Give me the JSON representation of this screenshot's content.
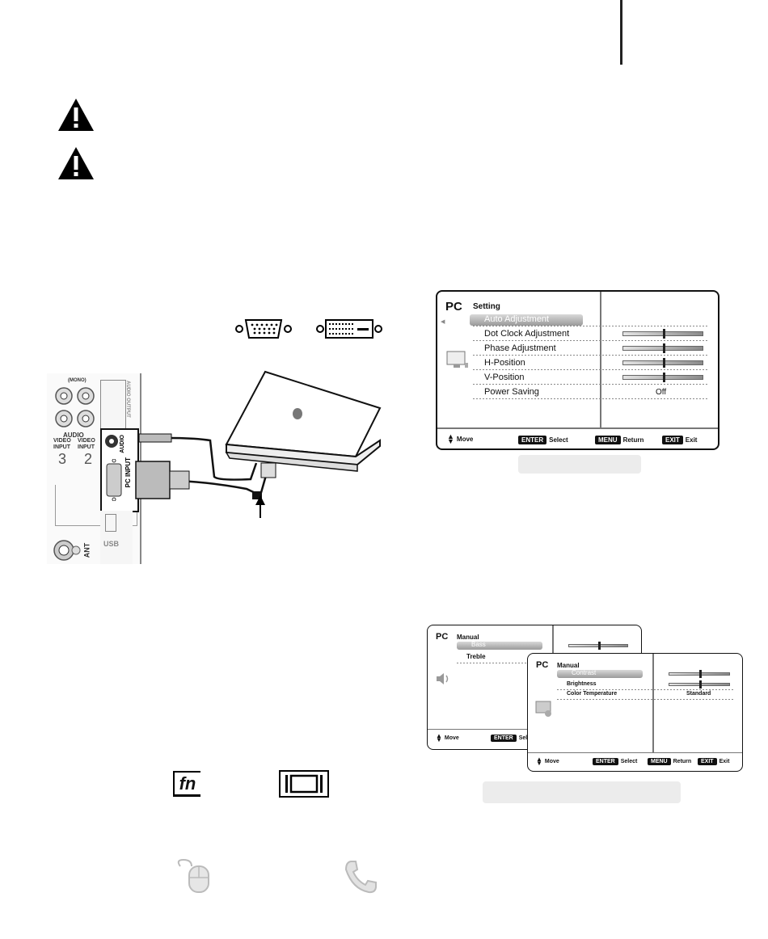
{
  "osd_setting": {
    "source": "PC",
    "menu_title": "Setting",
    "items": [
      "Auto Adjustment",
      "Dot Clock Adjustment",
      "Phase Adjustment",
      "H-Position",
      "V-Position",
      "Power Saving"
    ],
    "selected_index": 0,
    "slider_levels": [
      0.5,
      0.5,
      0.5,
      0.5
    ],
    "power_saving_value": "Off",
    "footer": {
      "move": "Move",
      "enter_key": "ENTER",
      "enter_label": "Select",
      "menu_key": "MENU",
      "menu_label": "Return",
      "exit_key": "EXIT",
      "exit_label": "Exit"
    }
  },
  "osd_audio": {
    "source": "PC",
    "menu_title": "Manual",
    "items": [
      "Bass",
      "Treble"
    ],
    "selected_index": 0,
    "footer": {
      "move": "Move",
      "enter_key": "ENTER",
      "enter_label": "Select"
    }
  },
  "osd_picture": {
    "source": "PC",
    "menu_title": "Manual",
    "items": [
      "Contrast",
      "Brightness",
      "Color Temperature"
    ],
    "selected_index": 0,
    "color_temperature_value": "Standard",
    "footer": {
      "move": "Move",
      "enter_key": "ENTER",
      "enter_label": "Select",
      "menu_key": "MENU",
      "menu_label": "Return",
      "exit_key": "EXIT",
      "exit_label": "Exit"
    }
  },
  "tv_panel": {
    "mono": "(MONO)",
    "audio": "AUDIO",
    "video_input_label": "VIDEO INPUT",
    "input3": "3",
    "input2": "2",
    "audio_out": "AUDIO OUTPUT",
    "audio_jack": "AUDIO",
    "pc_input": "PC INPUT",
    "usb": "USB",
    "ant": "ANT"
  },
  "keys": {
    "fn": "fn"
  },
  "icons": [
    "warning-icon",
    "vga-connector-icon",
    "dvi-connector-icon",
    "laptop-icon",
    "fn-key-icon",
    "display-toggle-key-icon",
    "mouse-icon",
    "phone-icon"
  ]
}
